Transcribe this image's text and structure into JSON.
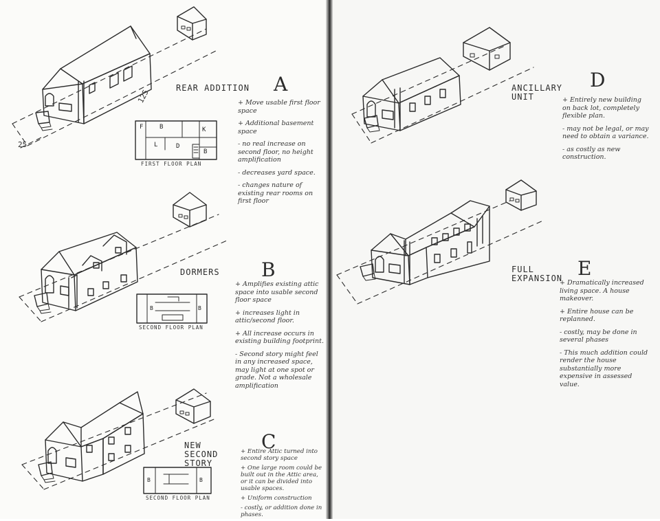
{
  "dimensions": {
    "width": "25",
    "depth": "125"
  },
  "options": [
    {
      "letter": "A",
      "title": "REAR ADDITION",
      "plan_caption": "FIRST FLOOR PLAN",
      "room_labels": [
        "F",
        "B",
        "K",
        "L",
        "D",
        "B"
      ],
      "notes": [
        "+ Move usable first floor space",
        "+ Additional basement space",
        "- no real increase on second floor, no height amplification",
        "- decreases yard space.",
        "- changes nature of existing rear rooms on first floor"
      ]
    },
    {
      "letter": "B",
      "title": "DORMERS",
      "plan_caption": "SECOND FLOOR PLAN",
      "room_labels": [
        "B",
        "B"
      ],
      "notes": [
        "+ Amplifies existing attic space into usable second floor space",
        "+ increases light in attic/second floor.",
        "+ All increase occurs in existing building footprint.",
        "- Second story might feel in any increased space, may light at one spot or grade. Not a wholesale amplification"
      ]
    },
    {
      "letter": "C",
      "title": "NEW SECOND STORY",
      "plan_caption": "SECOND FLOOR PLAN",
      "room_labels": [
        "B",
        "B"
      ],
      "notes": [
        "+ Entire Attic turned into second story space",
        "+ One large room could be built out in the Attic area, or it can be divided into usable spaces.",
        "+ Uniform construction",
        "- costly, or addition done in phases."
      ]
    },
    {
      "letter": "D",
      "title": "ANCILLARY UNIT",
      "notes": [
        "+ Entirely new building on back lot, completely flexible plan.",
        "- may not be legal, or may need to obtain a variance.",
        "- as costly as new construction."
      ]
    },
    {
      "letter": "E",
      "title": "FULL EXPANSION",
      "notes": [
        "+ Dramatically increased living space. A house makeover.",
        "+ Entire house can be replanned.",
        "- costly, may be done in several phases",
        "- This much addition could render the house substantially more expensive in assessed value."
      ]
    }
  ]
}
